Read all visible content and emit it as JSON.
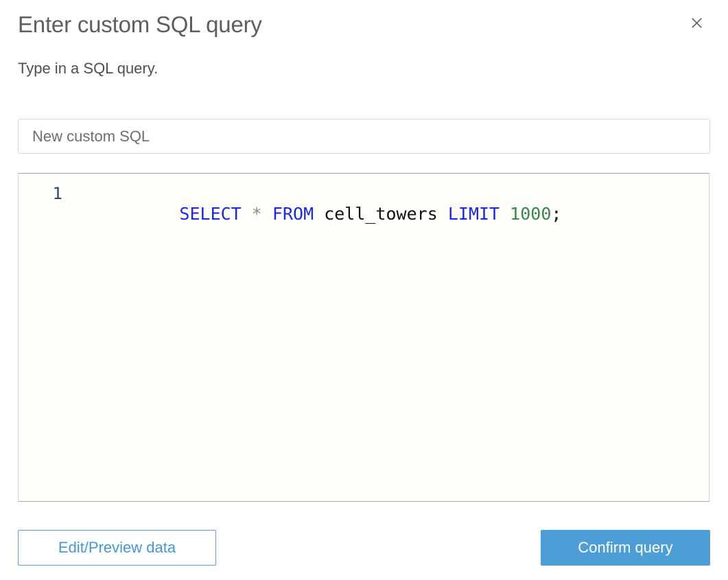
{
  "dialog": {
    "title": "Enter custom SQL query",
    "subtitle": "Type in a SQL query.",
    "close_icon": "close-icon"
  },
  "name_input": {
    "value": "New custom SQL"
  },
  "editor": {
    "line_number": "1",
    "code_text": "SELECT * FROM cell_towers LIMIT 1000;",
    "tokens": [
      {
        "text": "SELECT",
        "type": "keyword"
      },
      {
        "text": " ",
        "type": "plain"
      },
      {
        "text": "*",
        "type": "operator"
      },
      {
        "text": " ",
        "type": "plain"
      },
      {
        "text": "FROM",
        "type": "keyword"
      },
      {
        "text": " ",
        "type": "plain"
      },
      {
        "text": "cell_towers",
        "type": "identifier"
      },
      {
        "text": " ",
        "type": "plain"
      },
      {
        "text": "LIMIT",
        "type": "keyword"
      },
      {
        "text": " ",
        "type": "plain"
      },
      {
        "text": "1000",
        "type": "number"
      },
      {
        "text": ";",
        "type": "plain"
      }
    ]
  },
  "footer": {
    "edit_preview_label": "Edit/Preview data",
    "confirm_label": "Confirm query"
  },
  "colors": {
    "accent_blue": "#4d9ed7",
    "keyword_blue": "#1b26f0",
    "number_green": "#38854f",
    "operator_gray": "#8c8c8c",
    "gutter_navy": "#2e4470",
    "editor_background": "#fffef8",
    "title_gray": "#5e5e5e"
  }
}
